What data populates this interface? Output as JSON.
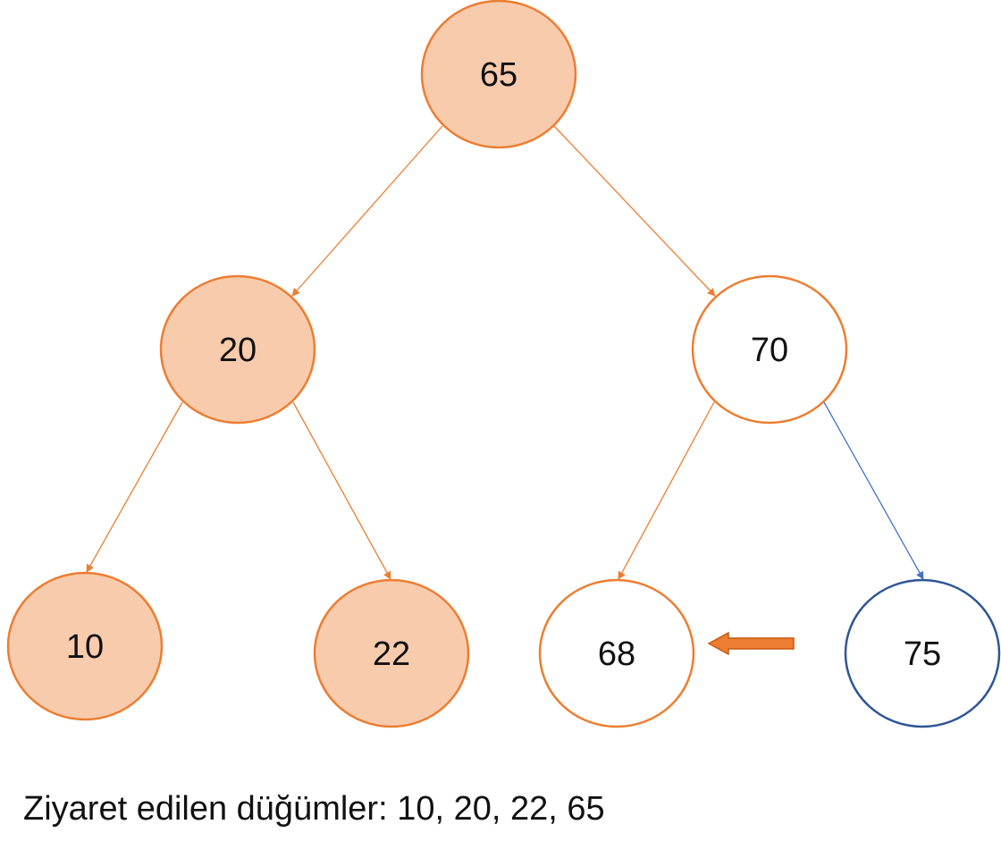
{
  "colors": {
    "visited_fill": "#f8cbad",
    "visited_stroke": "#ed7d31",
    "current_stroke": "#ed7d31",
    "pending_stroke": "#2f5597",
    "edge_orange": "#ed7d31",
    "edge_blue": "#4472c4",
    "pointer": "#ed7d31",
    "text": "#111111"
  },
  "nodes": [
    {
      "id": "n65",
      "label": "65",
      "state": "visited"
    },
    {
      "id": "n20",
      "label": "20",
      "state": "visited"
    },
    {
      "id": "n70",
      "label": "70",
      "state": "current"
    },
    {
      "id": "n10",
      "label": "10",
      "state": "visited"
    },
    {
      "id": "n22",
      "label": "22",
      "state": "visited"
    },
    {
      "id": "n68",
      "label": "68",
      "state": "current"
    },
    {
      "id": "n75",
      "label": "75",
      "state": "pending"
    }
  ],
  "edges": [
    {
      "from": "n65",
      "to": "n20",
      "color": "orange"
    },
    {
      "from": "n65",
      "to": "n70",
      "color": "orange"
    },
    {
      "from": "n20",
      "to": "n10",
      "color": "orange"
    },
    {
      "from": "n20",
      "to": "n22",
      "color": "orange"
    },
    {
      "from": "n70",
      "to": "n68",
      "color": "orange"
    },
    {
      "from": "n70",
      "to": "n75",
      "color": "blue"
    }
  ],
  "pointer": {
    "target": "n68",
    "icon": "left-arrow-icon"
  },
  "caption": "Ziyaret edilen düğümler: 10, 20, 22, 65"
}
